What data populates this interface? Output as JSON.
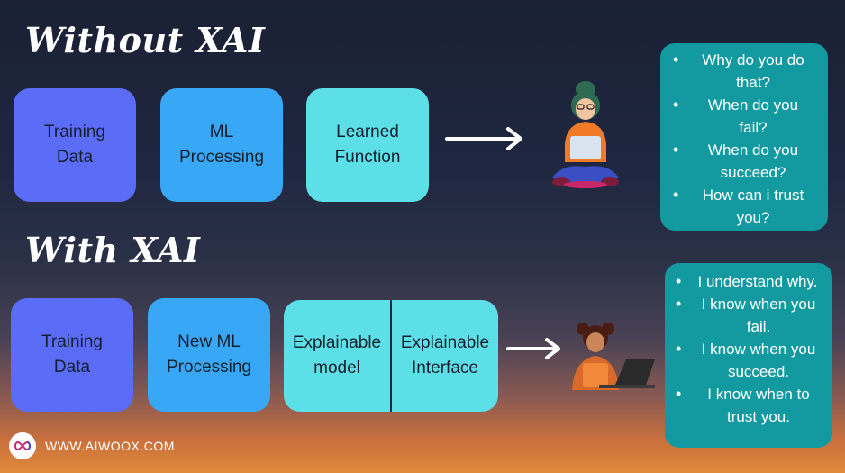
{
  "without": {
    "heading": "Without XAI",
    "boxes": [
      {
        "text": "Training Data"
      },
      {
        "text": "ML Processing"
      },
      {
        "text": "Learned Function"
      }
    ],
    "questions": [
      "Why do you do that?",
      "When do you fail?",
      "When do you succeed?",
      "How can i trust you?"
    ]
  },
  "with": {
    "heading": "With XAI",
    "boxes": [
      {
        "text": "Training Data"
      },
      {
        "text": "New ML Processing"
      }
    ],
    "split": {
      "left": "Explainable model",
      "right": "Explainable Interface"
    },
    "answers": [
      "I understand why.",
      "I know when you fail.",
      "I know when you succeed.",
      "I know when to trust you."
    ]
  },
  "footer": {
    "site": "WWW.AIWOOX.COM"
  },
  "colors": {
    "box1": "#5b6cf6",
    "box2": "#38a8f6",
    "box3": "#5ddfe8",
    "panel": "#129aa0"
  },
  "icons": {
    "person_top": "person-with-laptop-icon",
    "person_bottom": "person-at-laptop-icon",
    "logo": "infinity-logo-icon"
  }
}
